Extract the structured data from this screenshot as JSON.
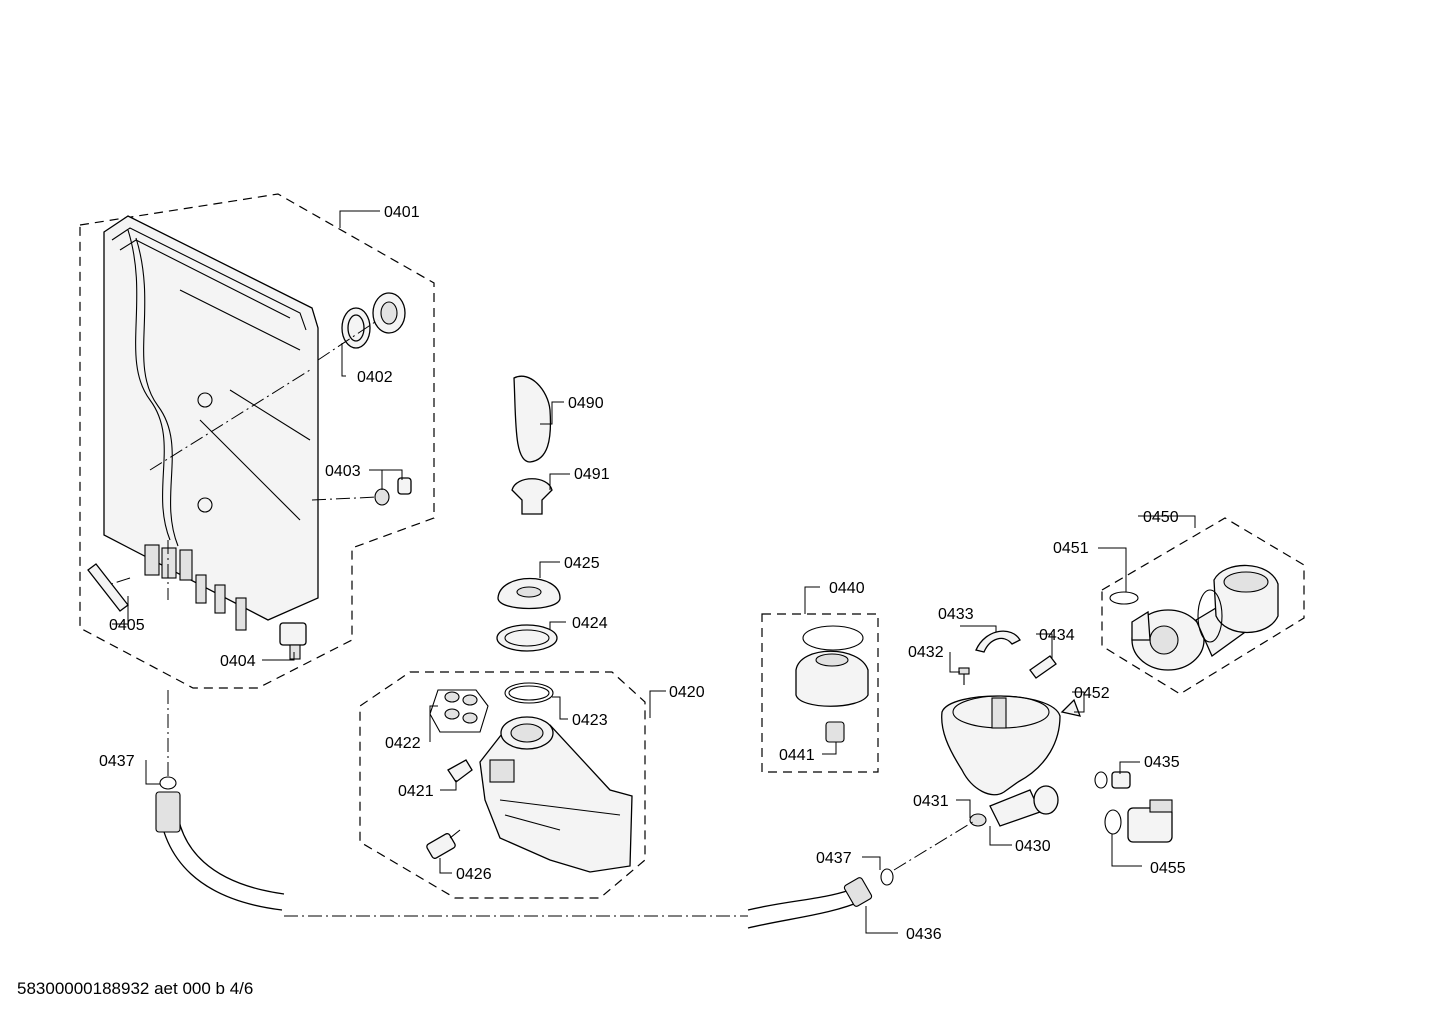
{
  "labels": {
    "p0401": "0401",
    "p0402": "0402",
    "p0403": "0403",
    "p0404": "0404",
    "p0405": "0405",
    "p0490": "0490",
    "p0491": "0491",
    "p0425": "0425",
    "p0424": "0424",
    "p0420": "0420",
    "p0423": "0423",
    "p0422": "0422",
    "p0421": "0421",
    "p0426": "0426",
    "p0440": "0440",
    "p0441": "0441",
    "p0433": "0433",
    "p0434": "0434",
    "p0432": "0432",
    "p0452": "0452",
    "p0431": "0431",
    "p0430": "0430",
    "p0435": "0435",
    "p0455": "0455",
    "p0450": "0450",
    "p0451": "0451",
    "p0437a": "0437",
    "p0437b": "0437",
    "p0436": "0436"
  },
  "footer": {
    "code": "58300000188932 aet 000 b 4/6"
  }
}
